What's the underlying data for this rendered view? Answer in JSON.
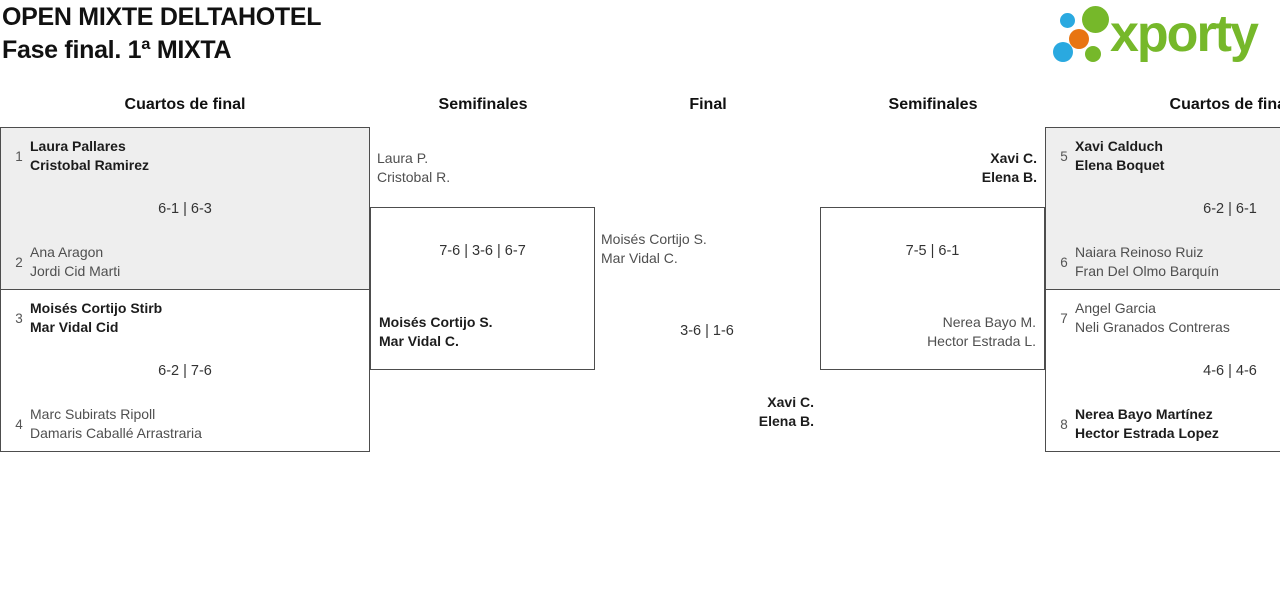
{
  "title": {
    "line1": "OPEN MIXTE DELTAHOTEL",
    "line2": "Fase final. 1ª MIXTA"
  },
  "logo": {
    "text": "xporty",
    "green": "#76b82a",
    "blue": "#2aa9e0",
    "orange": "#e87511"
  },
  "headers": {
    "qf_left": "Cuartos de final",
    "sf_left": "Semifinales",
    "final": "Final",
    "sf_right": "Semifinales",
    "qf_right": "Cuartos de final"
  },
  "qf1": {
    "seed_a": "1",
    "a1": "Laura Pallares",
    "a2": "Cristobal Ramirez",
    "score": "6-1 | 6-3",
    "seed_b": "2",
    "b1": "Ana Aragon",
    "b2": "Jordi Cid Marti"
  },
  "qf2": {
    "seed_a": "3",
    "a1": "Moisés Cortijo Stirb",
    "a2": "Mar Vidal Cid",
    "score": "6-2 | 7-6",
    "seed_b": "4",
    "b1": "Marc Subirats Ripoll",
    "b2": "Damaris Caballé Arrastraria"
  },
  "qf3": {
    "seed_a": "5",
    "a1": "Xavi Calduch",
    "a2": "Elena Boquet",
    "score": "6-2 | 6-1",
    "seed_b": "6",
    "b1": "Naiara Reinoso Ruiz",
    "b2": "Fran Del Olmo Barquín"
  },
  "qf4": {
    "seed_a": "7",
    "a1": "Angel Garcia",
    "a2": "Neli Granados Contreras",
    "score": "4-6 | 4-6",
    "seed_b": "8",
    "b1": "Nerea Bayo Martínez",
    "b2": "Hector Estrada Lopez"
  },
  "sf1": {
    "a1": "Laura P.",
    "a2": "Cristobal R.",
    "score": "7-6 | 3-6 | 6-7",
    "b1": "Moisés Cortijo S.",
    "b2": "Mar Vidal C."
  },
  "sf2": {
    "a1": "Xavi C.",
    "a2": "Elena B.",
    "score": "7-5 | 6-1",
    "b1": "Nerea Bayo M.",
    "b2": "Hector Estrada L."
  },
  "final": {
    "a1": "Moisés Cortijo S.",
    "a2": "Mar Vidal C.",
    "score": "3-6 | 1-6",
    "b1": "Xavi C.",
    "b2": "Elena B."
  },
  "colors": {
    "box_fill_shaded": "#eeeeee",
    "box_border": "#4d4d4d",
    "winner_text": "#1c1c1c",
    "loser_text": "#4f4f4f"
  }
}
